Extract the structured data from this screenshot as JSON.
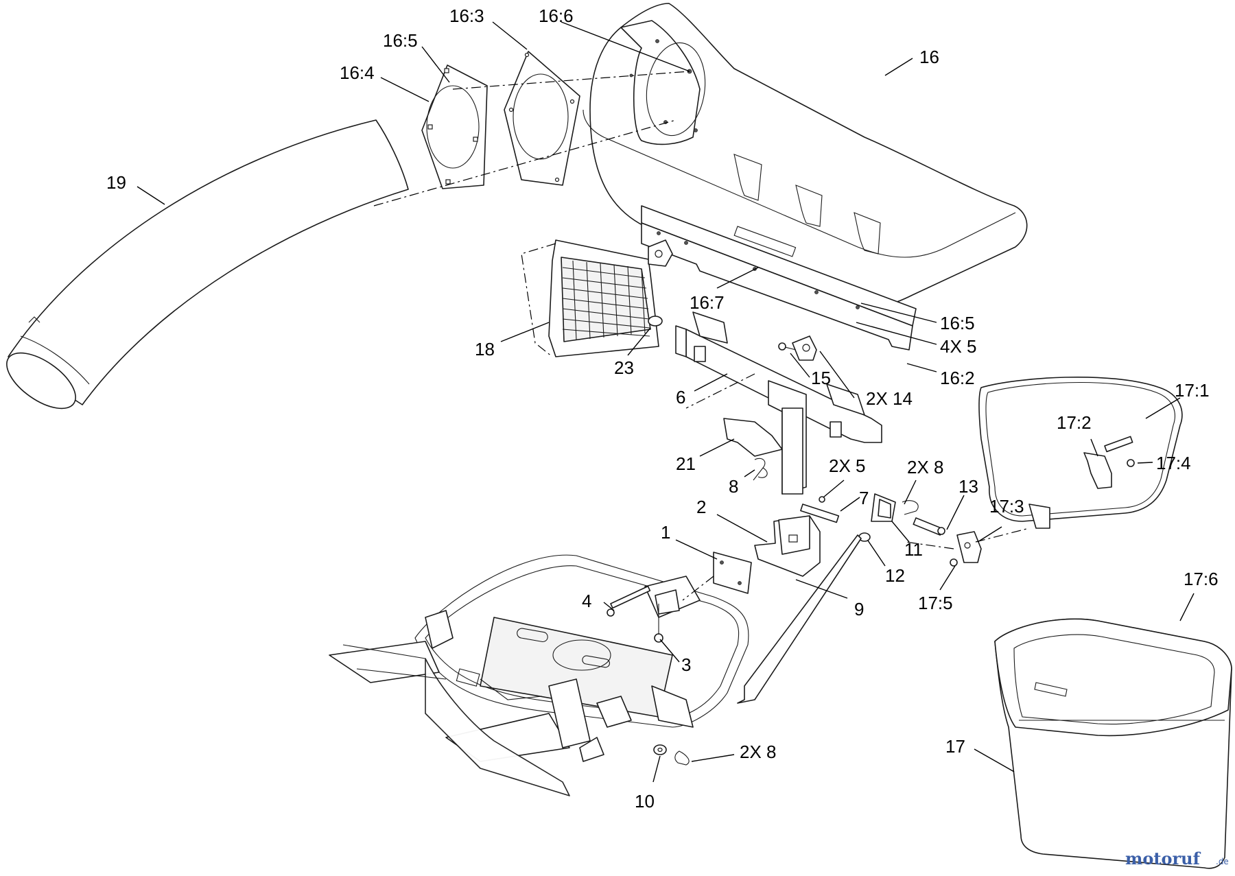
{
  "labels": {
    "l19": "19",
    "l16_4": "16:4",
    "l16_5_top": "16:5",
    "l16_3": "16:3",
    "l16_6": "16:6",
    "l16": "16",
    "l16_7": "16:7",
    "l16_5_right": "16:5",
    "l4x5": "4X 5",
    "l16_2": "16:2",
    "l18": "18",
    "l23": "23",
    "l15": "15",
    "l2x14": "2X 14",
    "l6": "6",
    "l21": "21",
    "l8": "8",
    "l2x5": "2X 5",
    "l7": "7",
    "l2x8_top": "2X 8",
    "l13": "13",
    "l11": "11",
    "l12": "12",
    "l2": "2",
    "l1": "1",
    "l4": "4",
    "l3": "3",
    "l9": "9",
    "l10": "10",
    "l2x8_bottom": "2X 8",
    "l17_1": "17:1",
    "l17_2": "17:2",
    "l17_4": "17:4",
    "l17_3": "17:3",
    "l17_5": "17:5",
    "l17_6": "17:6",
    "l17": "17"
  },
  "watermark": {
    "brand": "motoruf",
    "suffix": ".de",
    "color_main": "#3b5fa8",
    "color_accent": "#d4372c"
  }
}
